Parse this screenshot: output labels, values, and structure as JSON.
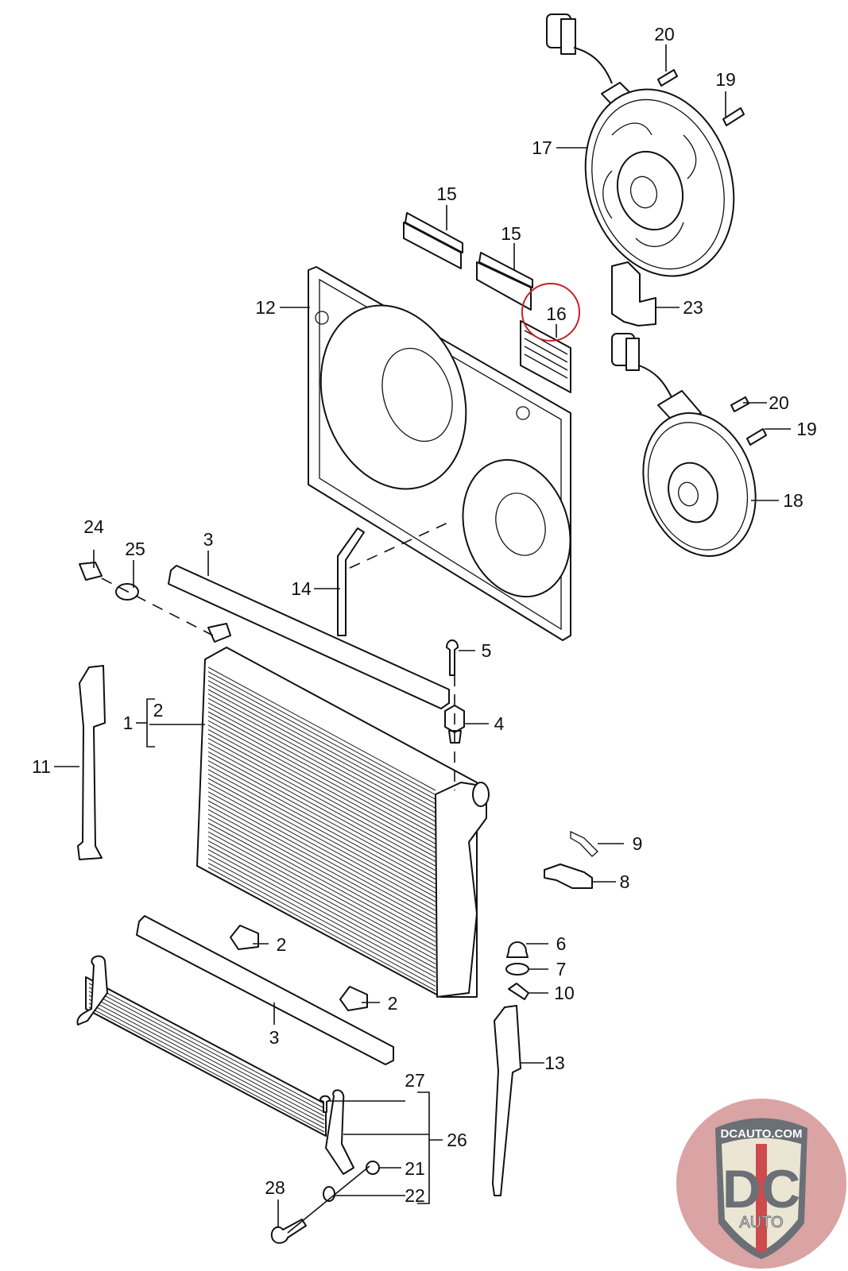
{
  "diagram": {
    "type": "exploded-parts-diagram",
    "subject": "radiator, cooling fan shroud and fans assembly",
    "highlighted_part": "16",
    "highlight_color": "#c8202a",
    "callouts": [
      {
        "id": "c1",
        "label": "1"
      },
      {
        "id": "c2a",
        "label": "2"
      },
      {
        "id": "c2b",
        "label": "2"
      },
      {
        "id": "c2c",
        "label": "2"
      },
      {
        "id": "c3a",
        "label": "3"
      },
      {
        "id": "c3b",
        "label": "3"
      },
      {
        "id": "c4",
        "label": "4"
      },
      {
        "id": "c5",
        "label": "5"
      },
      {
        "id": "c6",
        "label": "6"
      },
      {
        "id": "c7",
        "label": "7"
      },
      {
        "id": "c8",
        "label": "8"
      },
      {
        "id": "c9",
        "label": "9"
      },
      {
        "id": "c10",
        "label": "10"
      },
      {
        "id": "c11",
        "label": "11"
      },
      {
        "id": "c12",
        "label": "12"
      },
      {
        "id": "c13",
        "label": "13"
      },
      {
        "id": "c14",
        "label": "14"
      },
      {
        "id": "c15a",
        "label": "15"
      },
      {
        "id": "c15b",
        "label": "15"
      },
      {
        "id": "c16",
        "label": "16"
      },
      {
        "id": "c17",
        "label": "17"
      },
      {
        "id": "c18",
        "label": "18"
      },
      {
        "id": "c19a",
        "label": "19"
      },
      {
        "id": "c19b",
        "label": "19"
      },
      {
        "id": "c20a",
        "label": "20"
      },
      {
        "id": "c20b",
        "label": "20"
      },
      {
        "id": "c21",
        "label": "21"
      },
      {
        "id": "c22",
        "label": "22"
      },
      {
        "id": "c23",
        "label": "23"
      },
      {
        "id": "c24",
        "label": "24"
      },
      {
        "id": "c25",
        "label": "25"
      },
      {
        "id": "c26",
        "label": "26"
      },
      {
        "id": "c27",
        "label": "27"
      },
      {
        "id": "c28",
        "label": "28"
      }
    ]
  },
  "watermark": {
    "site": "DCAUTO.COM",
    "brand": "DC",
    "sub": "AUTO",
    "colors": {
      "circle": "#c9787a",
      "shield": "#e9e4cf",
      "dark": "#5b6068",
      "red": "#c9373a"
    }
  }
}
